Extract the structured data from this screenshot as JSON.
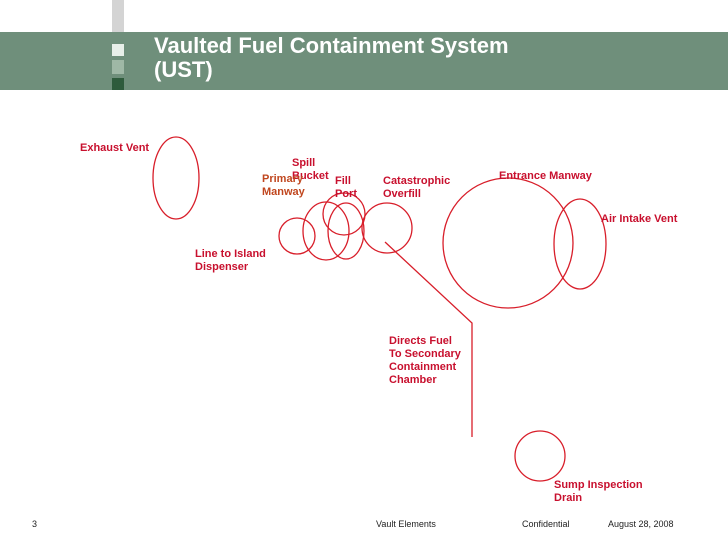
{
  "slide": {
    "title_line1": "Vaulted Fuel Containment System",
    "title_line2": "(UST)"
  },
  "labels": {
    "exhaust_vent": "Exhaust Vent",
    "spill_bucket_1": "Spill",
    "spill_bucket_2": "Bucket",
    "primary_manway_1": "Primary",
    "primary_manway_2": "Manway",
    "fill_port_1": "Fill",
    "fill_port_2": "Port",
    "catastrophic_overfill_1": "Catastrophic",
    "catastrophic_overfill_2": "Overfill",
    "entrance_manway": "Entrance Manway",
    "air_intake_vent": "Air Intake Vent",
    "line_to_island_1": "Line to Island",
    "line_to_island_2": "Dispenser",
    "directs_fuel_1": "Directs Fuel",
    "directs_fuel_2": "To Secondary",
    "directs_fuel_3": "Containment",
    "directs_fuel_4": "Chamber",
    "sump_inspection_1": "Sump Inspection",
    "sump_inspection_2": "Drain"
  },
  "footer": {
    "page_number": "3",
    "section": "Vault Elements",
    "classification": "Confidential",
    "date": "August 28, 2008"
  },
  "colors": {
    "banner": "#6f8f7b",
    "callout_red": "#c8102e",
    "label_orange": "#c0461e"
  }
}
